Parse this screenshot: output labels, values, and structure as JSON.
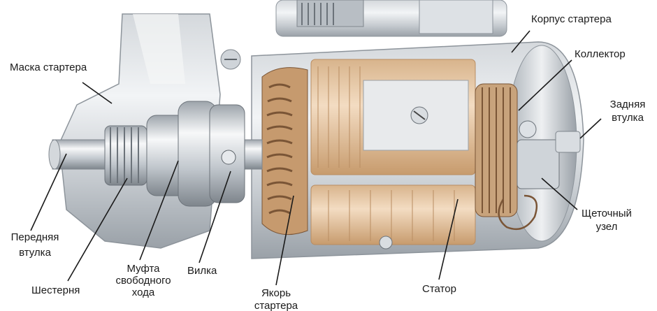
{
  "labels": {
    "mask": "Маска стартера",
    "housing": "Корпус стартера",
    "collector": "Коллектор",
    "rear_bushing_1": "Задняя",
    "rear_bushing_2": "втулка",
    "brush_1": "Щеточный",
    "brush_2": "узел",
    "front_bushing_1": "Передняя",
    "front_bushing_2": "втулка",
    "gear": "Шестерня",
    "clutch_1": "Муфта",
    "clutch_2": "свободного",
    "clutch_3": "хода",
    "fork": "Вилка",
    "armature_1": "Якорь",
    "armature_2": "стартера",
    "stator": "Статор"
  },
  "colors": {
    "metal_light": "#e6e9ec",
    "metal_mid": "#c3c8cd",
    "metal_dark": "#8d949b",
    "copper": "#e9c9a6",
    "copper_dark": "#b98d62",
    "coil_wire": "#7a5536",
    "leader": "#1a1a1a"
  }
}
